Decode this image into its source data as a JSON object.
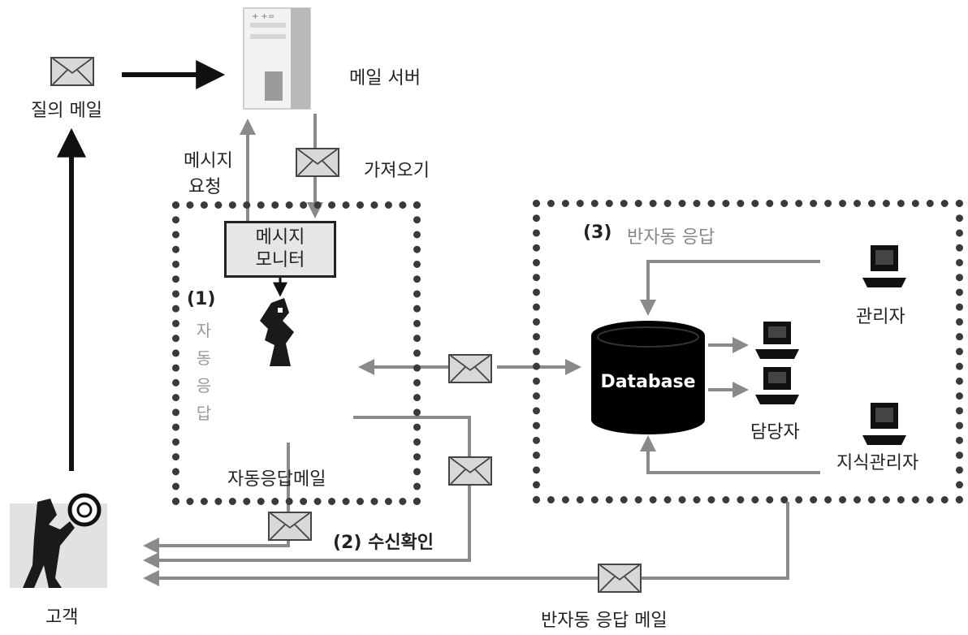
{
  "nodes": {
    "inquiry_mail": "질의 메일",
    "mail_server": "메일 서버",
    "message_request_line1": "메시지",
    "message_request_line2": "요청",
    "fetch": "가져오기",
    "monitor_line1": "메시지",
    "monitor_line2": "모니터",
    "customer": "고객",
    "auto_reply_mail": "자동응답메일",
    "manager": "관리자",
    "agent": "담당자",
    "knowledge_manager": "지식관리자",
    "database": "Database",
    "semi_auto_reply_mail": "반자동 응답 메일"
  },
  "sections": {
    "s1_number": "(1)",
    "s1_title_chars": [
      "자",
      "동",
      "응",
      "답"
    ],
    "s2": "(2) 수신확인",
    "s3_number": "(3)",
    "s3_title": "반자동 응답"
  }
}
